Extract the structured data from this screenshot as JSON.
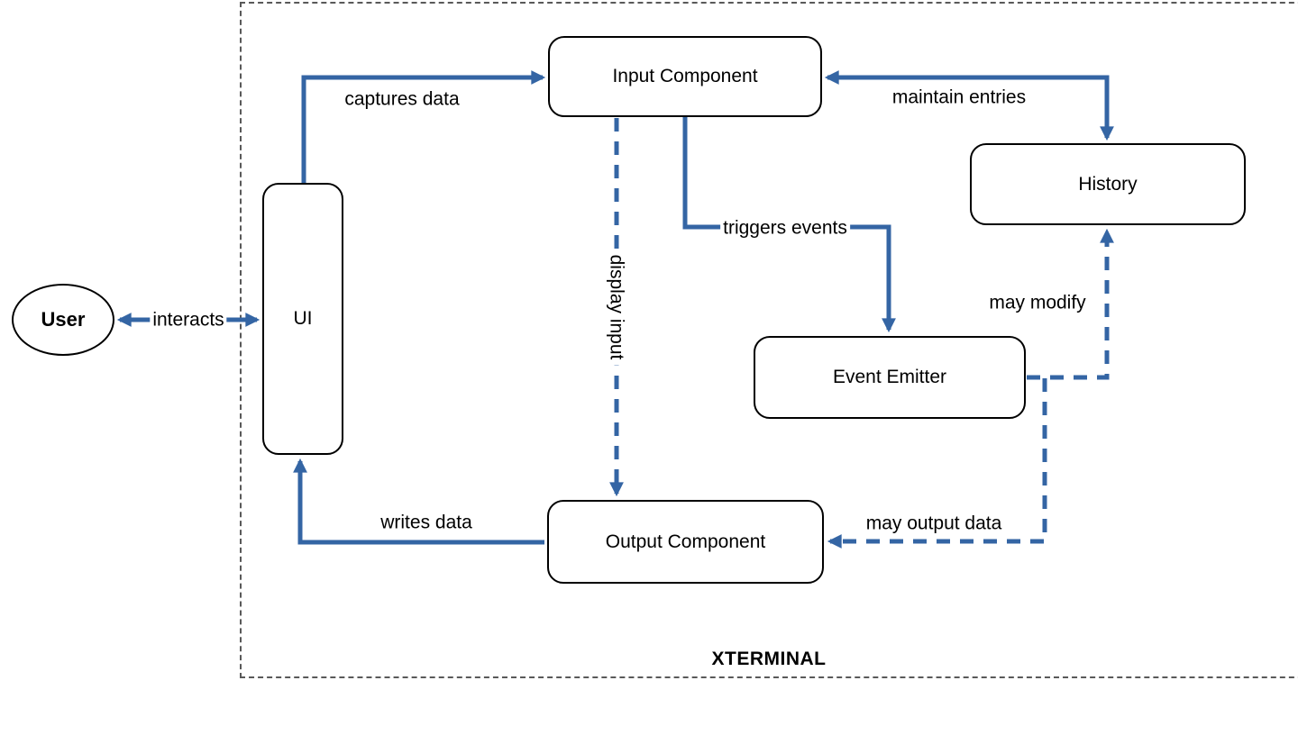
{
  "diagram": {
    "title": "XTERMINAL",
    "nodes": {
      "user": {
        "label": "User",
        "shape": "ellipse"
      },
      "ui": {
        "label": "UI",
        "shape": "rounded-rect"
      },
      "input": {
        "label": "Input Component",
        "shape": "rounded-rect"
      },
      "history": {
        "label": "History",
        "shape": "rounded-rect"
      },
      "emitter": {
        "label": "Event Emitter",
        "shape": "rounded-rect"
      },
      "output": {
        "label": "Output Component",
        "shape": "rounded-rect"
      }
    },
    "edges": {
      "interacts": {
        "label": "interacts",
        "from": "user",
        "to": "ui",
        "line": "solid",
        "arrows": "both"
      },
      "captures_data": {
        "label": "captures data",
        "from": "ui",
        "to": "input",
        "line": "solid",
        "arrows": "end"
      },
      "maintain_entries": {
        "label": "maintain entries",
        "from": "history",
        "to": "input",
        "line": "solid",
        "arrows": "both"
      },
      "triggers_events": {
        "label": "triggers events",
        "from": "input",
        "to": "emitter",
        "line": "solid",
        "arrows": "end"
      },
      "display_input": {
        "label": "display input",
        "from": "input",
        "to": "output",
        "line": "dashed",
        "arrows": "end"
      },
      "writes_data": {
        "label": "writes data",
        "from": "output",
        "to": "ui",
        "line": "solid",
        "arrows": "end"
      },
      "may_modify": {
        "label": "may modify",
        "from": "emitter",
        "to": "history",
        "line": "dashed",
        "arrows": "end"
      },
      "may_output_data": {
        "label": "may output data",
        "from": "emitter",
        "to": "output",
        "line": "dashed",
        "arrows": "end"
      }
    },
    "theme": {
      "arrow_color": "#3465A4",
      "node_border": "#000000",
      "node_fill": "#ffffff",
      "boundary_border": "#595959",
      "text_color": "#000000",
      "background": "#ffffff"
    }
  }
}
